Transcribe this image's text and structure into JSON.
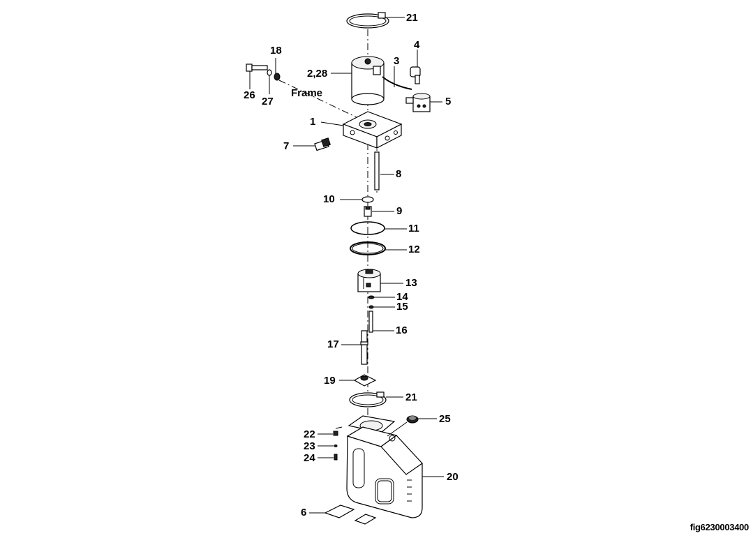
{
  "figure": {
    "id": "fig6230003400",
    "frame_label": "Frame"
  },
  "callouts": {
    "c21_top": "21",
    "c18": "18",
    "c4": "4",
    "c3": "3",
    "c2_28": "2,28",
    "c26": "26",
    "c27": "27",
    "c5": "5",
    "c1": "1",
    "c7": "7",
    "c8": "8",
    "c10": "10",
    "c9": "9",
    "c11": "11",
    "c12": "12",
    "c13": "13",
    "c14": "14",
    "c15": "15",
    "c16": "16",
    "c17": "17",
    "c19": "19",
    "c21_bottom": "21",
    "c25": "25",
    "c22": "22",
    "c23": "23",
    "c24": "24",
    "c20": "20",
    "c6": "6"
  }
}
